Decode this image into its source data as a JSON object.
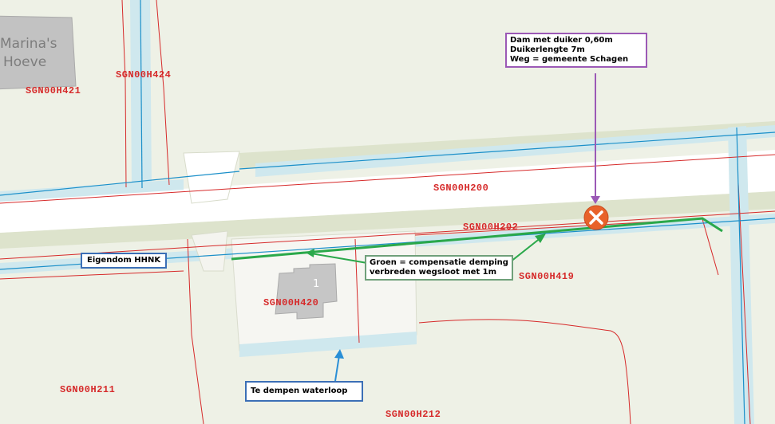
{
  "buildings": {
    "top_left_name_line1": "Marina's",
    "top_left_name_line2": "Hoeve",
    "house_number": "1"
  },
  "parcels": {
    "p1": "SGN00H421",
    "p2": "SGN00H424",
    "p3": "SGN00H200",
    "p4": "SGN00H202",
    "p5": "SGN00H419",
    "p6": "SGN00H420",
    "p7": "SGN00H211",
    "p8": "SGN00H212"
  },
  "annotations": {
    "dam": {
      "line1": "Dam met duiker 0,60m",
      "line2": "Duikerlengte 7m",
      "line3": "Weg = gemeente Schagen"
    },
    "eigendom": "Eigendom HHNK",
    "groen": {
      "line1": "Groen = compensatie demping",
      "line2": "verbreden wegsloot met 1m"
    },
    "dempen": "Te dempen waterloop"
  },
  "colors": {
    "land": "#eef1e6",
    "road": "#ffffff",
    "water": "#cfe8ee",
    "waterline": "#1a8fc9",
    "parcel_line": "#d62a2a",
    "green_line": "#2aa84a",
    "dam_marker": "#e8622a",
    "purple_leader": "#9b59b6",
    "blue_leader": "#2a8fd6"
  },
  "icons": {
    "dam_marker": "x-circle-icon"
  }
}
